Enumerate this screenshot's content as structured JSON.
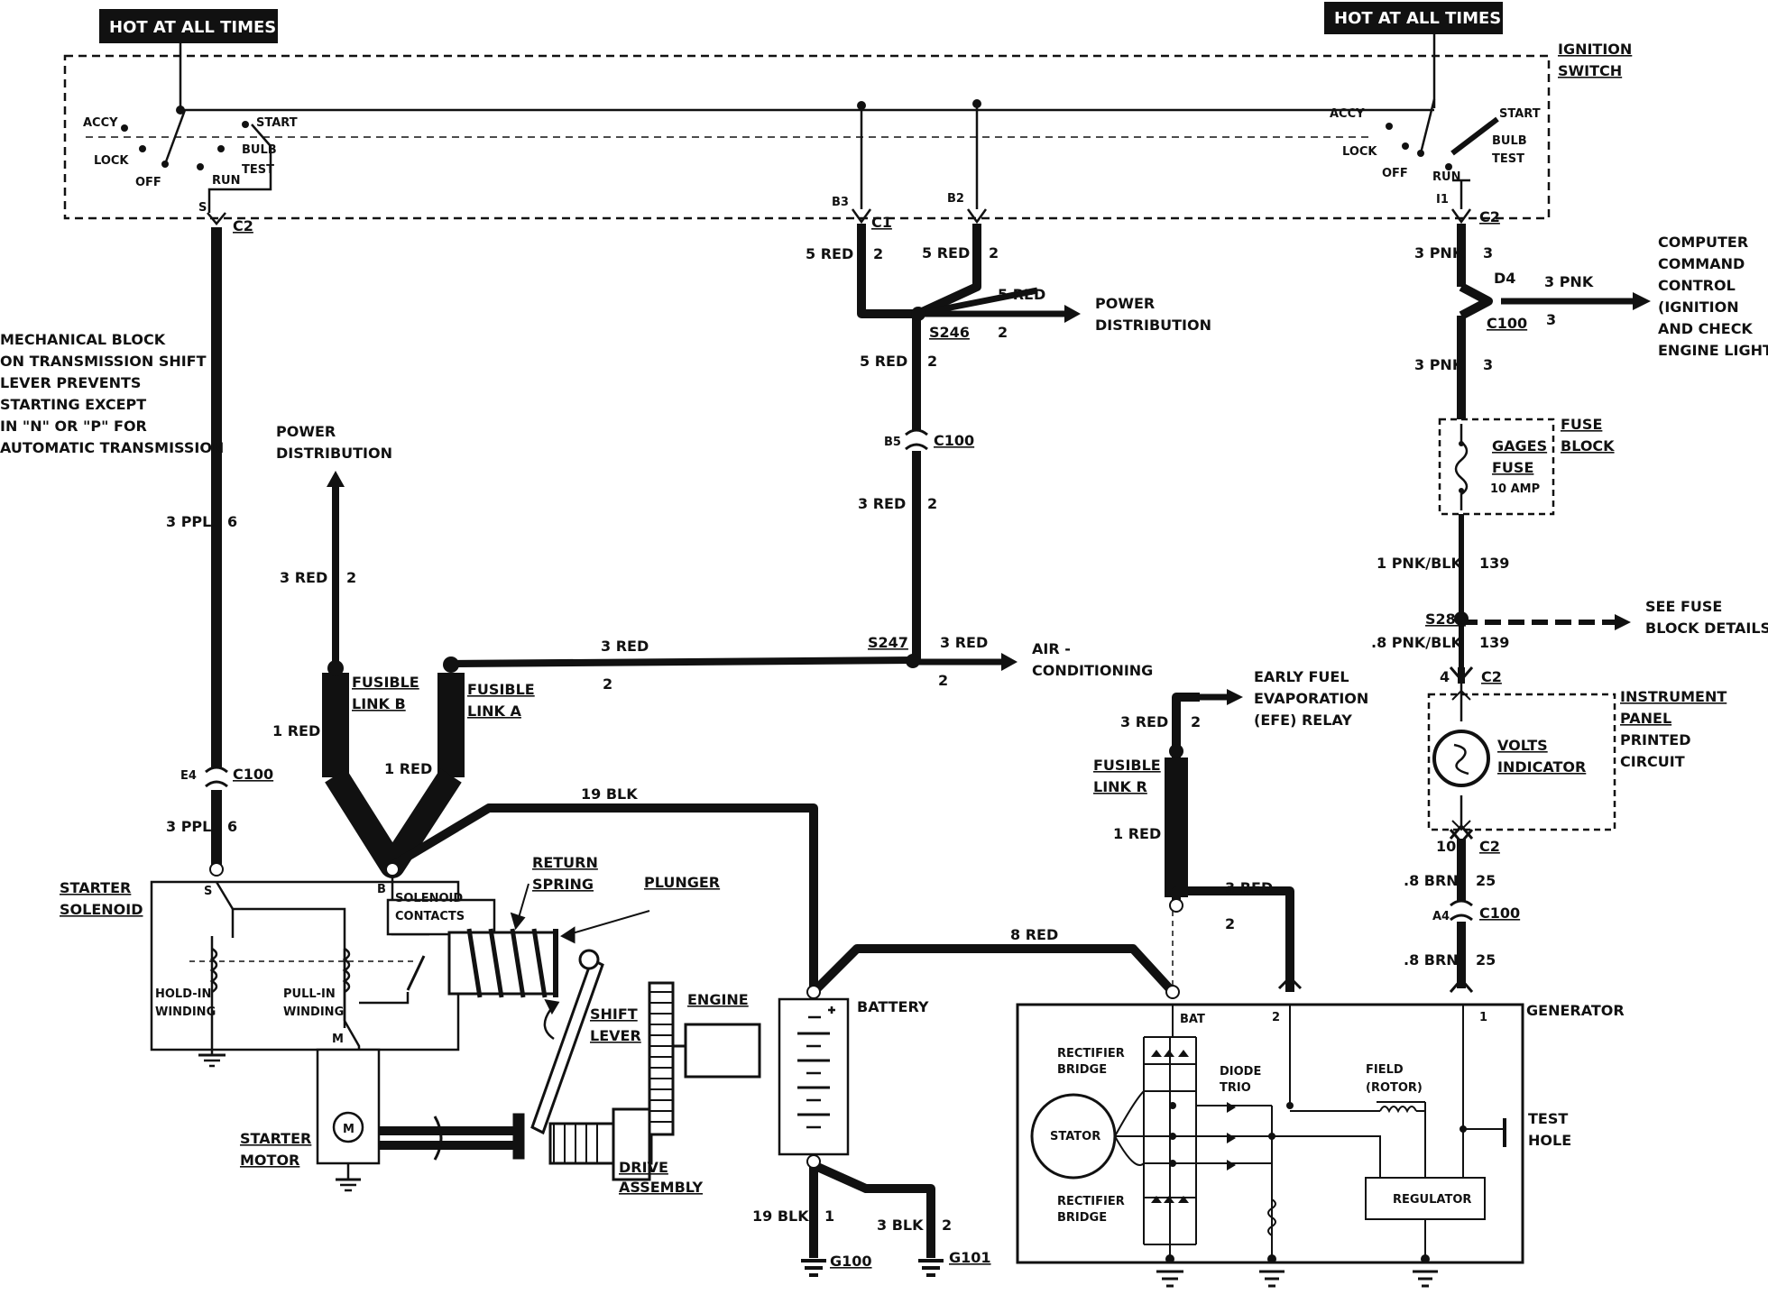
{
  "hot_label": "HOT AT ALL TIMES",
  "ignition_switch": {
    "title_1": "IGNITION",
    "title_2": "SWITCH",
    "positions": {
      "accy": "ACCY",
      "lock": "LOCK",
      "off": "OFF",
      "run": "RUN",
      "start": "START",
      "bulb": "BULB",
      "test": "TEST"
    },
    "terminals": {
      "s": "S",
      "b3": "B3",
      "b2": "B2",
      "i1": "I1"
    }
  },
  "connectors": {
    "c1": "C1",
    "c2": "C2",
    "c100": "C100",
    "d4": "D4",
    "b5": "B5",
    "e4": "E4",
    "a4": "A4",
    "n4": "4",
    "n10": "10"
  },
  "splices": {
    "s246": "S246",
    "s247": "S247",
    "s286": "S286"
  },
  "wires": {
    "red5": "5 RED",
    "red3": "3 RED",
    "red1": "1 RED",
    "red8": "8 RED",
    "ppl3": "3 PPL",
    "pnk3": "3 PNK",
    "pnkblk1": "1 PNK/BLK",
    "pnkblk08": ".8 PNK/BLK",
    "brn08": ".8 BRN",
    "blk19": "19 BLK",
    "blk3": "3 BLK"
  },
  "circuits": {
    "c2": "2",
    "c3": "3",
    "c6": "6",
    "c139": "139",
    "c25": "25",
    "c1": "1"
  },
  "destinations": {
    "power_dist_1": "POWER",
    "power_dist_2": "DISTRIBUTION",
    "air_1": "AIR -",
    "air_2": "CONDITIONING",
    "efe_1": "EARLY FUEL",
    "efe_2": "EVAPORATION",
    "efe_3": "(EFE) RELAY",
    "ccc_1": "COMPUTER",
    "ccc_2": "COMMAND",
    "ccc_3": "CONTROL",
    "ccc_4": "(IGNITION",
    "ccc_5": "AND CHECK",
    "ccc_6": "ENGINE LIGHT)",
    "fuse_details_1": "SEE FUSE",
    "fuse_details_2": "BLOCK DETAILS"
  },
  "mech_note": [
    "MECHANICAL BLOCK",
    "ON TRANSMISSION SHIFT",
    "LEVER PREVENTS",
    "STARTING EXCEPT",
    "IN \"N\" OR \"P\" FOR",
    "AUTOMATIC TRANSMISSION"
  ],
  "fusible": {
    "link_b_1": "FUSIBLE",
    "link_b_2": "LINK B",
    "link_a_1": "FUSIBLE",
    "link_a_2": "LINK A",
    "link_r_1": "FUSIBLE",
    "link_r_2": "LINK R"
  },
  "fuse_block": {
    "title_1": "FUSE",
    "title_2": "BLOCK",
    "gages_1": "GAGES",
    "gages_2": "FUSE",
    "rating": "10 AMP"
  },
  "instrument_panel": {
    "l1": "INSTRUMENT",
    "l2": "PANEL",
    "l3": "PRINTED",
    "l4": "CIRCUIT",
    "volts_1": "VOLTS",
    "volts_2": "INDICATOR"
  },
  "starter": {
    "solenoid_1": "STARTER",
    "solenoid_2": "SOLENOID",
    "motor_1": "STARTER",
    "motor_2": "MOTOR",
    "hold_in_1": "HOLD-IN",
    "hold_in_2": "WINDING",
    "pull_in_1": "PULL-IN",
    "pull_in_2": "WINDING",
    "contacts_1": "SOLENOID",
    "contacts_2": "CONTACTS",
    "return_1": "RETURN",
    "return_2": "SPRING",
    "plunger": "PLUNGER",
    "shift_1": "SHIFT",
    "shift_2": "LEVER",
    "engine": "ENGINE",
    "drive_1": "DRIVE",
    "drive_2": "ASSEMBLY",
    "term_s": "S",
    "term_b": "B",
    "term_m": "M",
    "motor_m": "M"
  },
  "battery": "BATTERY",
  "grounds": {
    "g100": "G100",
    "g101": "G101"
  },
  "generator": {
    "title": "GENERATOR",
    "bat": "BAT",
    "rect_1": "RECTIFIER",
    "rect_2": "BRIDGE",
    "stator": "STATOR",
    "diode_1": "DIODE",
    "diode_2": "TRIO",
    "field_1": "FIELD",
    "field_2": "(ROTOR)",
    "regulator": "REGULATOR",
    "test_1": "TEST",
    "test_2": "HOLE",
    "t2": "2",
    "t1": "1"
  }
}
